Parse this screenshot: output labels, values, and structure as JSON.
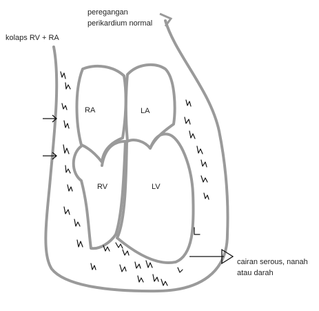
{
  "labels": {
    "stretch_line1": "peregangan",
    "stretch_line2": "perikardium normal",
    "collapse": "kolaps RV + RA",
    "fluid_line1": "cairan serous, nanah",
    "fluid_line2": "atau darah"
  },
  "chambers": {
    "ra": "RA",
    "la": "LA",
    "rv": "RV",
    "lv": "LV"
  },
  "colors": {
    "pericardium": "#9a9a9a",
    "ink": "#111111"
  }
}
